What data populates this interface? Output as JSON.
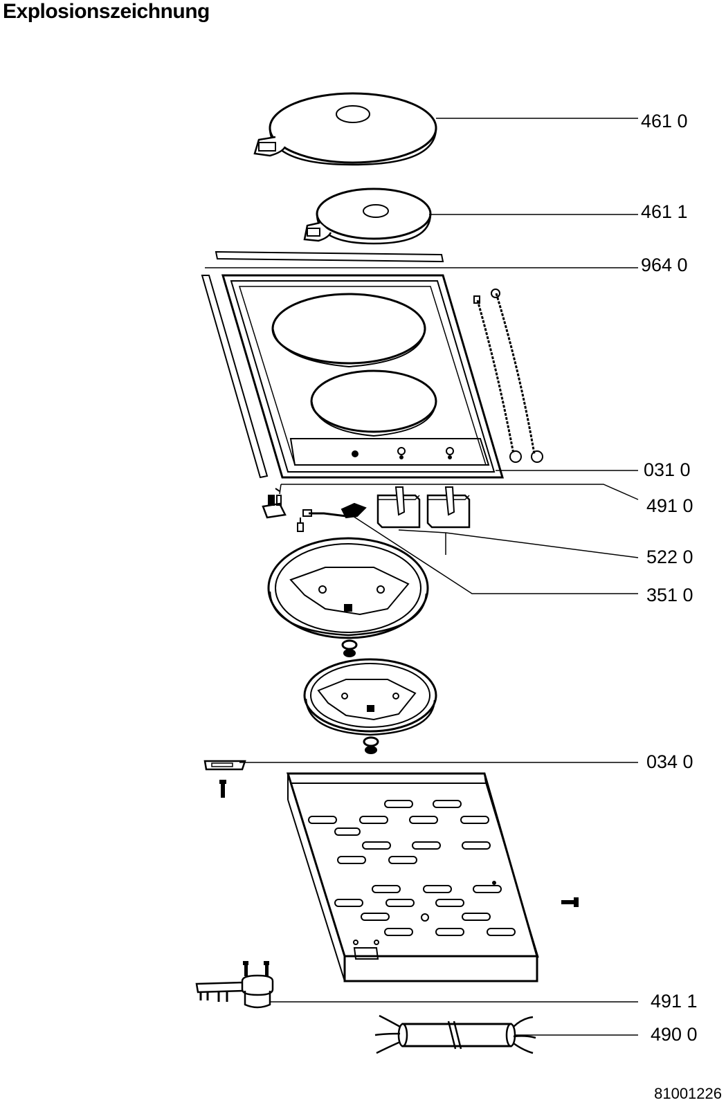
{
  "page": {
    "title": "Explosionszeichnung",
    "document_number": "81001226"
  },
  "parts": [
    {
      "id": "hotplate-large",
      "label": "461 0"
    },
    {
      "id": "hotplate-small",
      "label": "461 1"
    },
    {
      "id": "seal-strip",
      "label": "964 0"
    },
    {
      "id": "cooktop-frame",
      "label": "031 0"
    },
    {
      "id": "thermal-switch",
      "label": "491 0"
    },
    {
      "id": "energy-regulator",
      "label": "522 0"
    },
    {
      "id": "indicator-lamp",
      "label": "351 0"
    },
    {
      "id": "fixing-bracket",
      "label": "034 0"
    },
    {
      "id": "terminal-block",
      "label": "491 1"
    },
    {
      "id": "power-cable",
      "label": "490 0"
    }
  ]
}
